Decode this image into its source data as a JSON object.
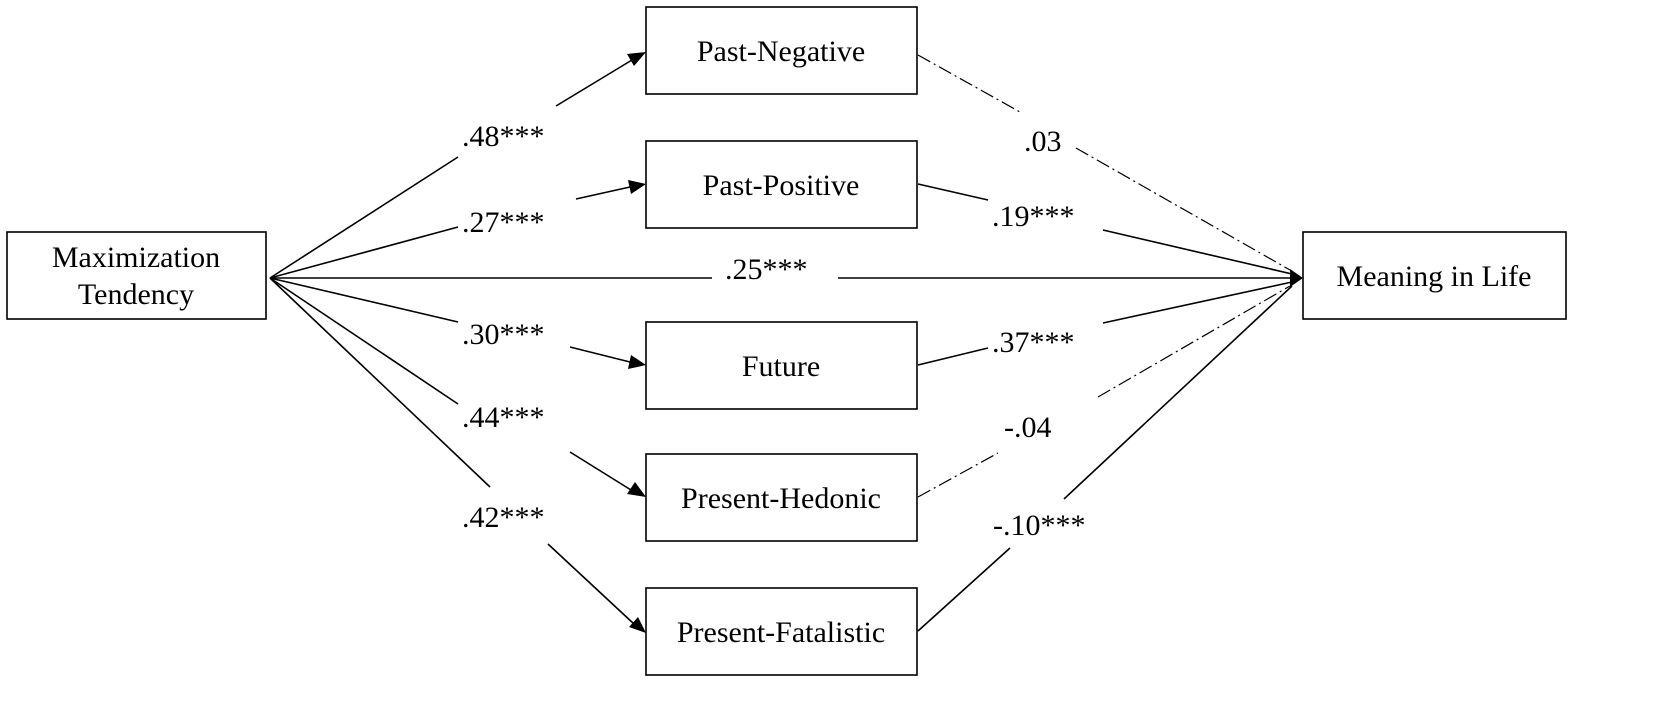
{
  "nodes": {
    "maximization": [
      "Maximization",
      "Tendency"
    ],
    "past_negative": "Past-Negative",
    "past_positive": "Past-Positive",
    "future": "Future",
    "present_hedonic": "Present-Hedonic",
    "present_fatalistic": "Present-Fatalistic",
    "meaning": "Meaning in Life"
  },
  "coefficients": {
    "max_to_past_negative": ".48***",
    "max_to_past_positive": ".27***",
    "max_to_meaning": ".25***",
    "max_to_future": ".30***",
    "max_to_present_hedonic": ".44***",
    "max_to_present_fatalistic": ".42***",
    "past_negative_to_meaning": ".03",
    "past_positive_to_meaning": ".19***",
    "future_to_meaning": ".37***",
    "present_hedonic_to_meaning": "-.04",
    "present_fatalistic_to_meaning": "-.10***"
  }
}
